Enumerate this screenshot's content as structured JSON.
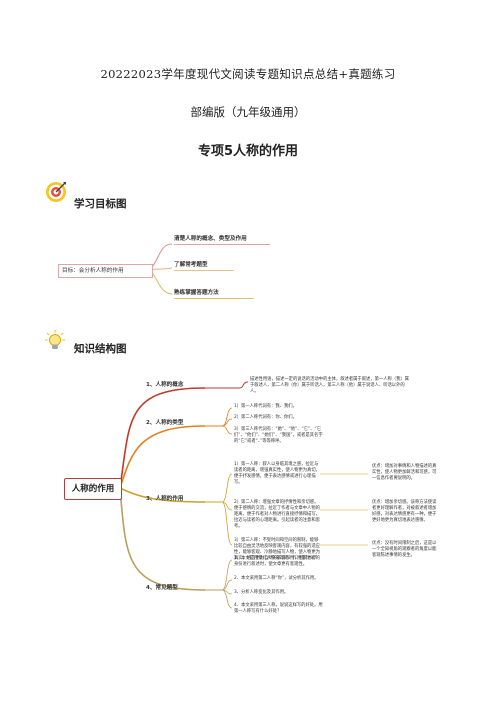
{
  "doc": {
    "title_line1": "20222023学年度现代文阅读专题知识点总结+真题练习",
    "title_line2": "部编版（九年级通用）",
    "topic": "专项5人称的作用"
  },
  "sections": {
    "goals_heading": "学习目标图",
    "structure_heading": "知识结构图"
  },
  "goals_map": {
    "center": "目标：会分析人称的作用",
    "branches": [
      "清楚人称的概念、类型及作用",
      "了解常考题型",
      "熟练掌握答题方法"
    ]
  },
  "structure_map": {
    "root": "人称的作用",
    "b1": {
      "label": "1、人称的概念",
      "text": "描述性用语，描述一定的说话的活动中的主体，叙述者属于叙述，第一人称（我）属于叙述人，第二人称（你）属于听话人，第三人称（他）属于说话人、听话以外的人。"
    },
    "b2": {
      "label": "2、人称的类型",
      "items": [
        "1）第一人称代词有：我、我们。",
        "2）第二人称代词有：你、你们。",
        "3）第三人称代词有：“她”、“他”、“它”、“它们”、“他们”、“她们”、“我国”，或者是其名字的“它”或者“、”等等称呼。"
      ]
    },
    "b3": {
      "label": "3、人称的作用",
      "items": [
        "1）第一人称：叙人以身临其境之感，拉近与读者的距离，增强真实性，使人物更为真切，便于抒发感情，便于表达感情或进行心理描写。",
        "2）第二人称：增强文章的抒情性和亲切感。便于感情的交流，拉近了作者与文章中人物的距离，便于作者对人物进行直接抒情和描写，拉近与读者的心理距离。引起读者的注意和思考。",
        "3）第三人称：不受时间和空间的限制，能够比较自由灵活地反映客观内容，有较强的适应性，能够客观、冷静地描写人物，使人物更为真实，语言更为自然的表现作用，用叙述者的身份进行叙述时，使文章更有客观性。"
      ],
      "notes": [
        "优点：增加对事情和人物描述的真实性，使人物更加鲜活和可感，可一信息作者要说明的。",
        "优点：增加亲切感。该称方法使读者更好理解作者，对被叙述者增加好感，对表达情感更有一种，便于更好地更为真切地表达感情。",
        "优点：没有时间限制之后，这是以一个全知视角的观察者的角度以能客观陈述事情的发生。"
      ]
    },
    "b4": {
      "label": "4、常见题型",
      "items": [
        "1、本文是用第几人称来写的？作用是什么？",
        "2、本文采用第二人称“你”，试分析其作用。",
        "3、分析人称变化及其作用。",
        "4、本文采用第三人称，说说这样写的好处。用第一人称写有什么好处？"
      ]
    }
  },
  "colors": {
    "b1": "#c0392b",
    "b2": "#e67e22",
    "b3": "#c9a227",
    "b4": "#b8a05a"
  }
}
